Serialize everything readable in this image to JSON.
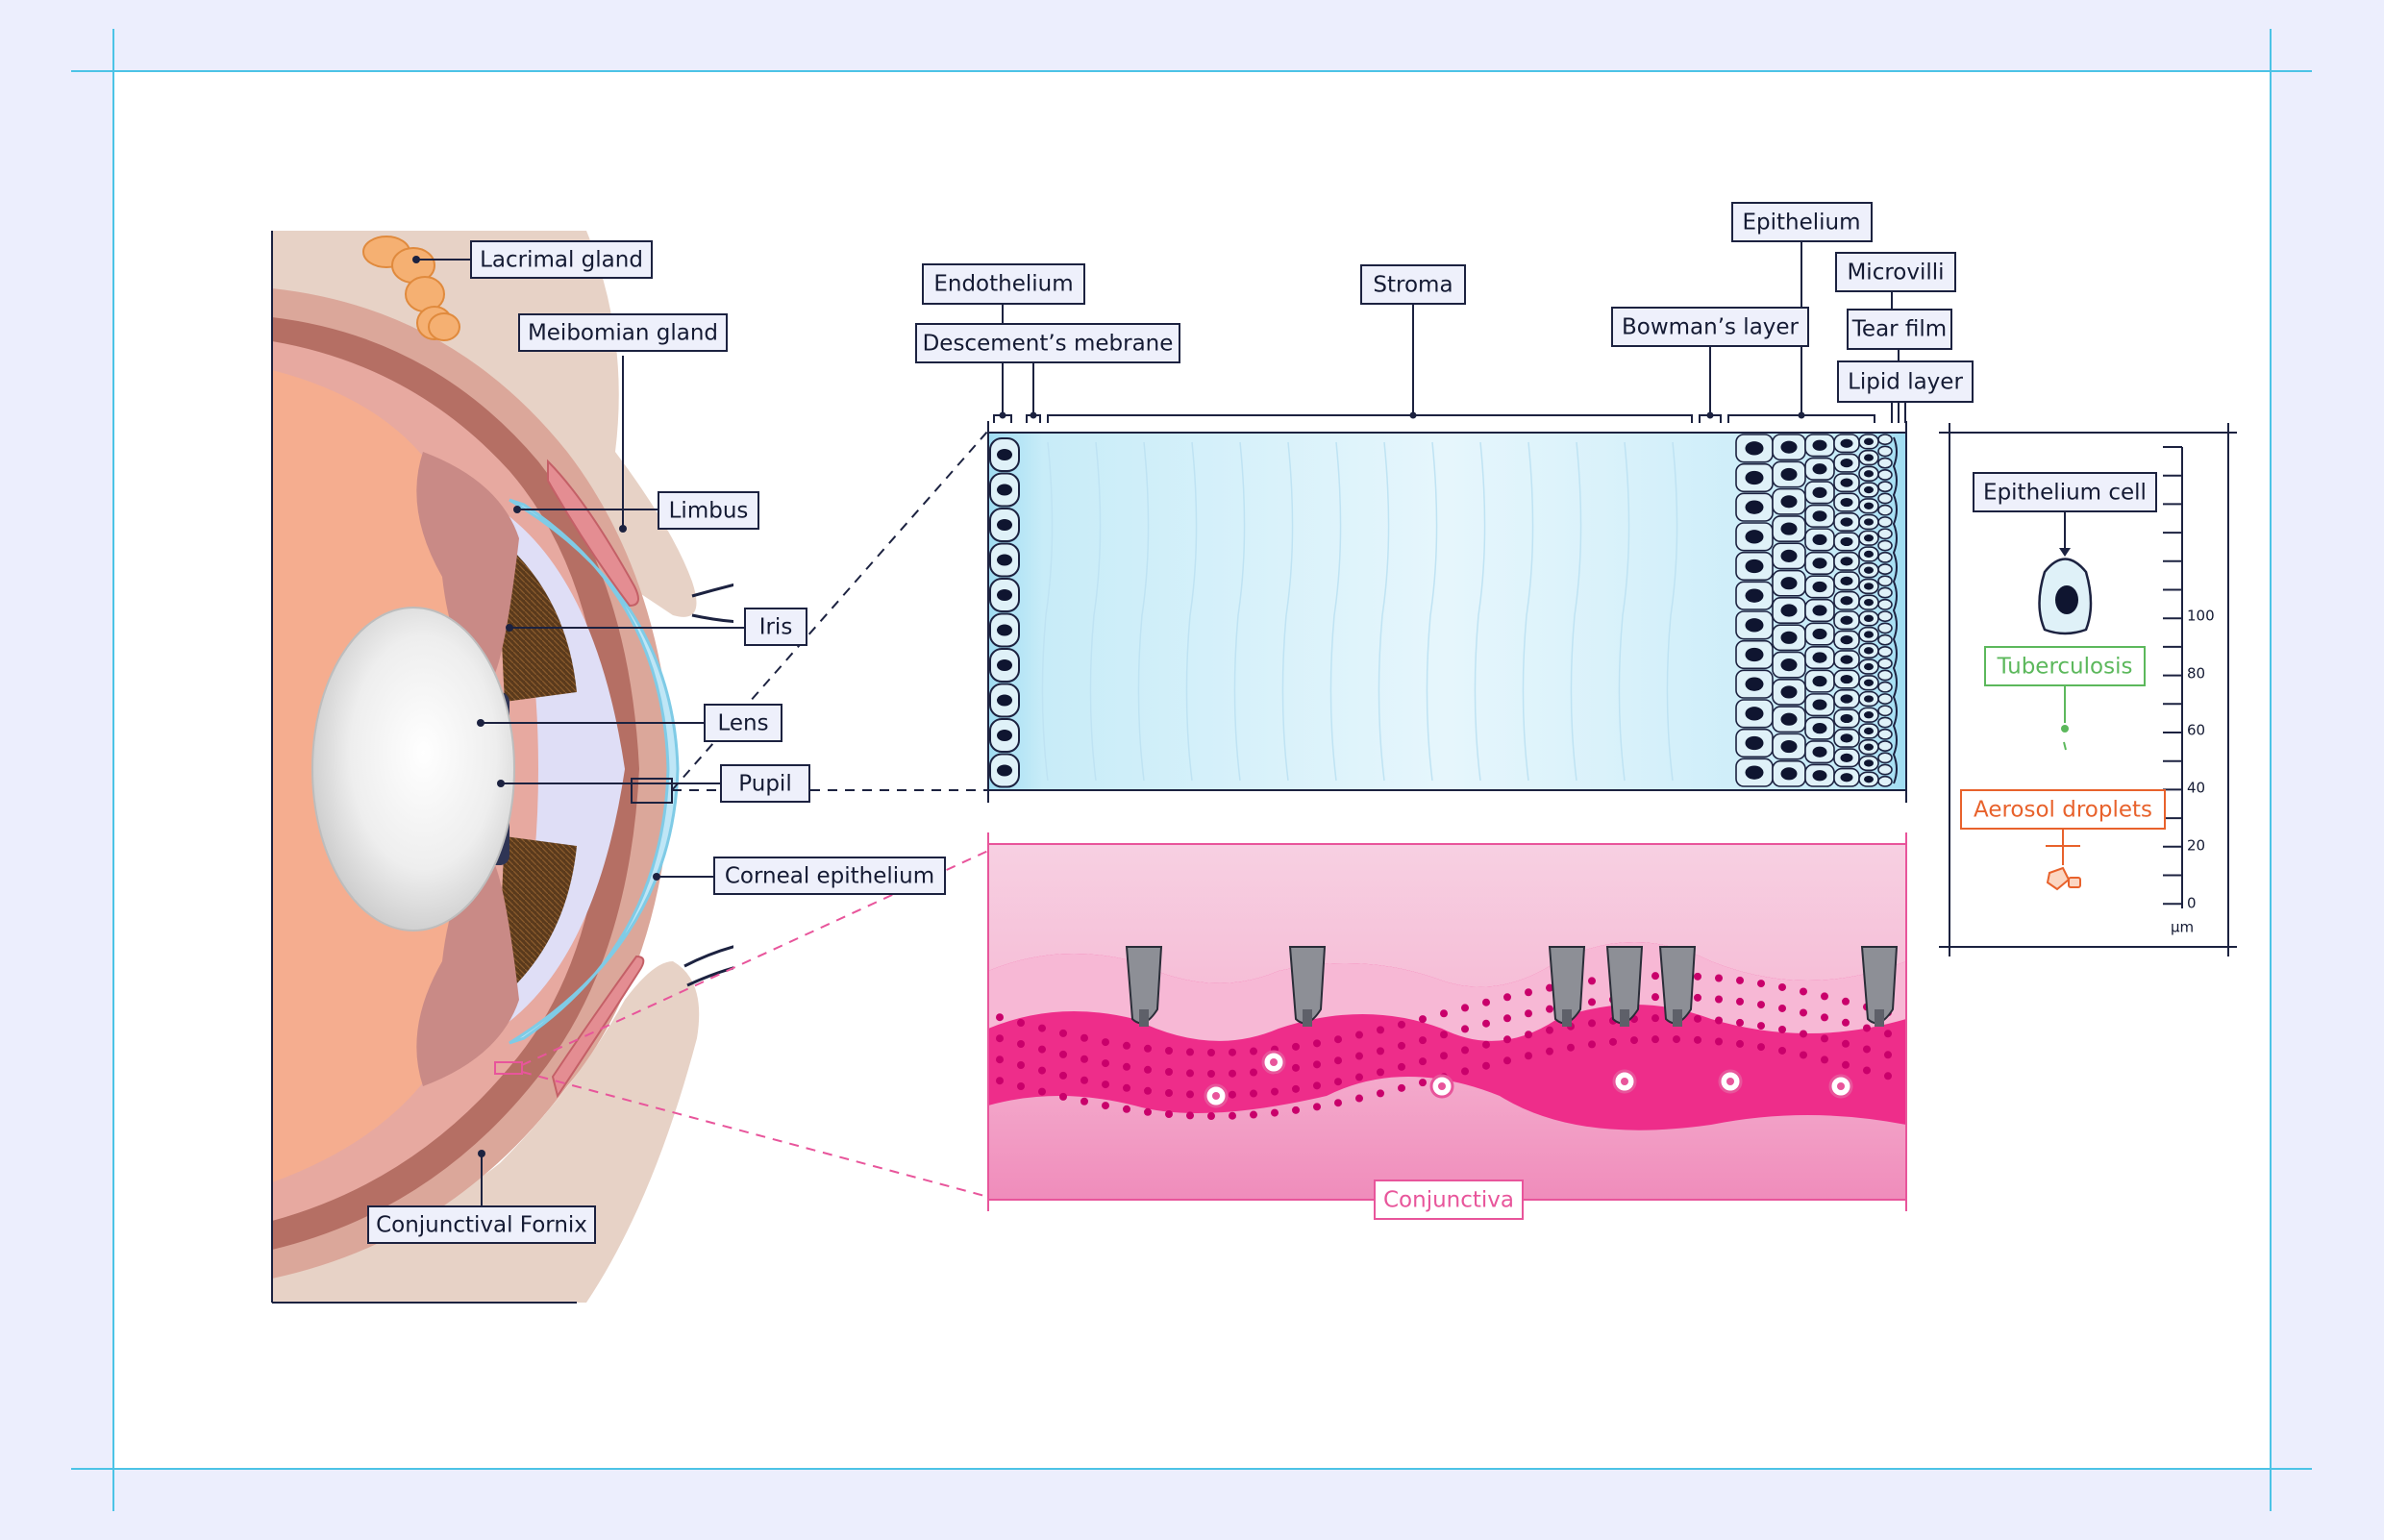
{
  "eye_labels": {
    "lacrimal_gland": "Lacrimal gland",
    "meibomian_gland": "Meibomian gland",
    "limbus": "Limbus",
    "iris": "Iris",
    "lens": "Lens",
    "pupil": "Pupil",
    "corneal_epithelium": "Corneal epithelium",
    "conjunctival_fornix": "Conjunctival Fornix"
  },
  "cornea_labels": {
    "endothelium": "Endothelium",
    "descemets_membrane": "Descement’s mebrane",
    "stroma": "Stroma",
    "bowmans_layer": "Bowman’s layer",
    "epithelium": "Epithelium",
    "microvilli": "Microvilli",
    "tear_film": "Tear film",
    "lipid_layer": "Lipid layer"
  },
  "conjunctiva_label": "Conjunctiva",
  "scale_panel": {
    "epithelium_cell": "Epithelium cell",
    "tuberculosis": "Tuberculosis",
    "aerosol_droplets": "Aerosol droplets",
    "ticks": [
      "100",
      "80",
      "60",
      "40",
      "20",
      "0"
    ],
    "unit": "µm"
  },
  "colors": {
    "background": "#eceefd",
    "canvas": "#ffffff",
    "guide_lines": "#4cc3e6",
    "tuberculosis": "#5cb85c",
    "aerosol": "#e8622c",
    "conjunctiva": "#e8559b",
    "cornea": "#bfe6f6",
    "label_fill": "#eef0fb",
    "label_stroke": "#1c2240"
  }
}
